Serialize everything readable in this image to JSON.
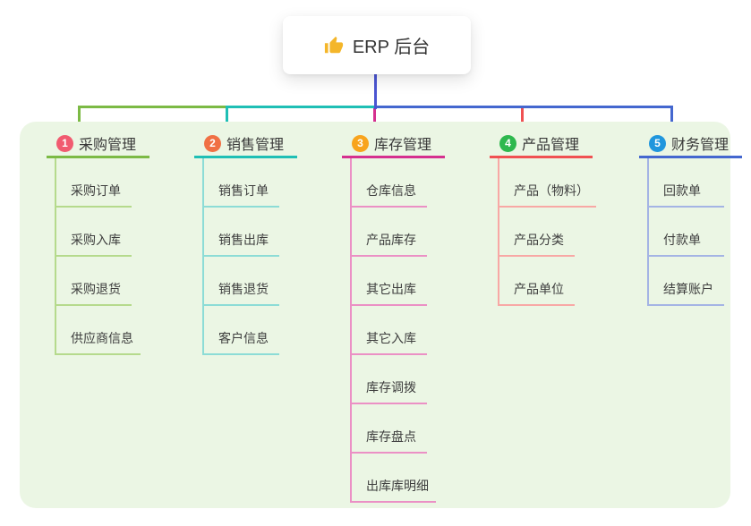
{
  "root": {
    "label": "ERP 后台",
    "icon": "thumbs-up-icon",
    "icon_color": "#f4b62a",
    "connector_color": "#4b55d2"
  },
  "panel": {
    "background": "#ebf6e4"
  },
  "branches": [
    {
      "badge": "1",
      "badge_color": "#f15b70",
      "label": "采购管理",
      "line_color": "#7cba45",
      "child_line_color": "#b5da8c",
      "children": [
        "采购订单",
        "采购入库",
        "采购退货",
        "供应商信息"
      ]
    },
    {
      "badge": "2",
      "badge_color": "#f07044",
      "label": "销售管理",
      "line_color": "#1fbfb5",
      "child_line_color": "#8cdcd6",
      "children": [
        "销售订单",
        "销售出库",
        "销售退货",
        "客户信息"
      ]
    },
    {
      "badge": "3",
      "badge_color": "#f8a41d",
      "label": "库存管理",
      "line_color": "#d5308f",
      "child_line_color": "#eb90c5",
      "children": [
        "仓库信息",
        "产品库存",
        "其它出库",
        "其它入库",
        "库存调拨",
        "库存盘点",
        "出库库明细"
      ]
    },
    {
      "badge": "4",
      "badge_color": "#2eb84e",
      "label": "产品管理",
      "line_color": "#f05152",
      "child_line_color": "#f8a8a5",
      "children": [
        "产品（物料）",
        "产品分类",
        "产品单位"
      ]
    },
    {
      "badge": "5",
      "badge_color": "#2096dd",
      "label": "财务管理",
      "line_color": "#4467cf",
      "child_line_color": "#a4b4e4",
      "children": [
        "回款单",
        "付款单",
        "结算账户"
      ]
    }
  ]
}
